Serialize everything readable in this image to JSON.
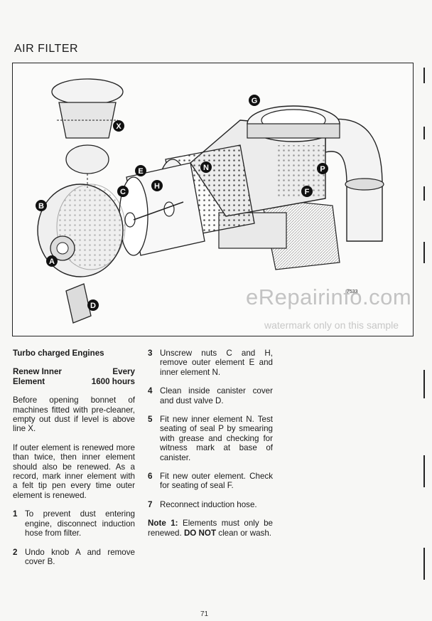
{
  "page": {
    "title": "AIR FILTER",
    "page_number": "71"
  },
  "figure": {
    "ref": "7533",
    "callouts": [
      "A",
      "B",
      "C",
      "D",
      "E",
      "F",
      "G",
      "H",
      "N",
      "P",
      "X"
    ]
  },
  "watermark": {
    "main": "eRepairinfo.com",
    "sub": "watermark only on this sample"
  },
  "left_column": {
    "heading": "Turbo charged Engines",
    "renew_inner": "Renew Inner",
    "every": "Every",
    "element": "Element",
    "hours": "1600 hours",
    "para1": "Before opening bonnet of machines fitted with pre-cleaner, empty out dust if level is above line X.",
    "para2": "If outer element is renewed more than twice, then inner element should also be renewed. As a record, mark inner element with a felt tip pen every time outer element is renewed.",
    "steps": [
      {
        "num": "1",
        "text": "To prevent dust entering engine, disconnect induction hose from filter."
      },
      {
        "num": "2",
        "text": "Undo knob A and remove cover B."
      }
    ]
  },
  "right_column": {
    "steps": [
      {
        "num": "3",
        "text": "Unscrew nuts C and H, remove outer element E and inner element N."
      },
      {
        "num": "4",
        "text": "Clean inside canister cover and dust valve D."
      },
      {
        "num": "5",
        "text": "Fit new inner element N. Test seating of seal P by smearing with grease and checking for witness mark at base of canister."
      },
      {
        "num": "6",
        "text": "Fit new outer element. Check for seating of seal F."
      },
      {
        "num": "7",
        "text": "Reconnect induction hose."
      }
    ],
    "note_label": "Note 1:",
    "note_text_1": "Elements must only be renewed.",
    "note_do_not": "DO NOT",
    "note_text_2": "clean or wash."
  }
}
